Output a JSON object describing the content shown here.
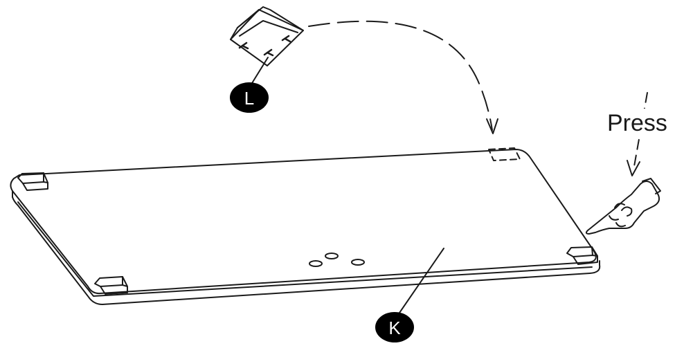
{
  "callouts": {
    "adhesive_pad": "L",
    "panel": "K"
  },
  "instruction": {
    "press_label": "Press"
  },
  "colors": {
    "line": "#1a1a1a",
    "callout_fill": "#000000",
    "callout_text": "#ffffff",
    "background": "#ffffff"
  },
  "icons": {
    "hand": "pointing-hand-icon",
    "arrow": "dashed-arrow-icon"
  }
}
